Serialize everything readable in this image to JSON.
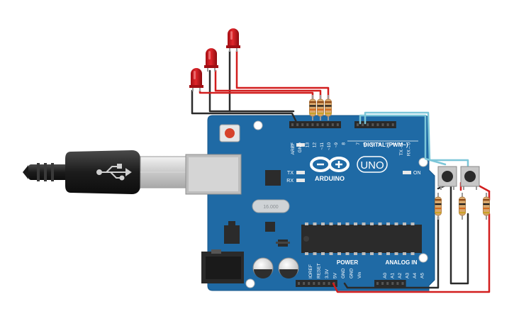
{
  "board": {
    "brand": "ARDUINO",
    "model": "UNO",
    "digital_header": "DIGITAL (PWM~)",
    "power_header": "POWER",
    "analog_header": "ANALOG IN",
    "on_label": "ON",
    "tx_label": "TX",
    "rx_label": "RX",
    "l_label": "L",
    "crystal_label": "16.000",
    "digital_pins": [
      "AREF",
      "GND",
      "13",
      "12",
      "~11",
      "~10",
      "~9",
      "8",
      "7",
      "~6",
      "~5",
      "4",
      "~3",
      "2",
      "TX→1",
      "RX←0"
    ],
    "power_pins": [
      "IOREF",
      "RESET",
      "3.3V",
      "5V",
      "GND",
      "GND",
      "Vin"
    ],
    "analog_pins": [
      "A0",
      "A1",
      "A2",
      "A3",
      "A4",
      "A5"
    ]
  },
  "components": {
    "leds": 3,
    "led_resistors": 3,
    "pushbuttons": 2,
    "button_resistors": 3
  },
  "colors": {
    "board": "#1f6aa5",
    "led": "#c0161b",
    "wire_red": "#d21e1e",
    "wire_black": "#2b2b2b",
    "wire_teal": "#7cc6d8",
    "header": "#2a2a2a"
  },
  "icons": [
    "usb-cable-icon",
    "arduino-infinity-logo-icon",
    "led-icon",
    "resistor-icon",
    "pushbutton-icon"
  ]
}
